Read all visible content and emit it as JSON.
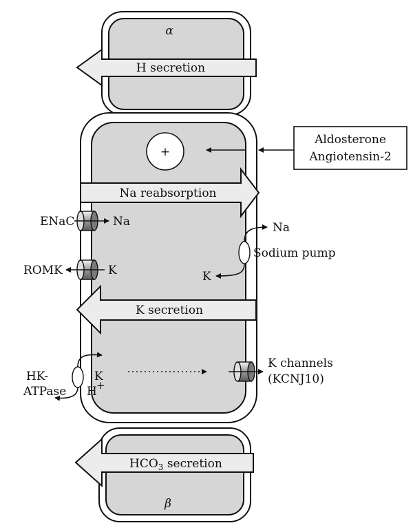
{
  "cells": {
    "alpha": "α",
    "beta": "β"
  },
  "arrows": {
    "h_secretion": "H secretion",
    "na_reabsorption": "Na reabsorption",
    "k_secretion": "K secretion",
    "hco3_main": "HCO",
    "hco3_sub": "3",
    "hco3_rest": " secretion"
  },
  "hormones": {
    "line1": "Aldosterone",
    "line2": "Angiotensin-2"
  },
  "nucleus_sign": "+",
  "channels": {
    "enac": "ENaC",
    "enac_ion": "Na",
    "romk": "ROMK",
    "romk_ion": "K",
    "pump_na": "Na",
    "pump_label": "Sodium pump",
    "pump_k": "K",
    "kchan_line1": "K channels",
    "kchan_line2": "(KCNJ10)",
    "hk_line1": "HK-",
    "hk_line2": "ATPase",
    "hk_k": "K",
    "hk_h": "H",
    "hk_h_sup": "+"
  }
}
